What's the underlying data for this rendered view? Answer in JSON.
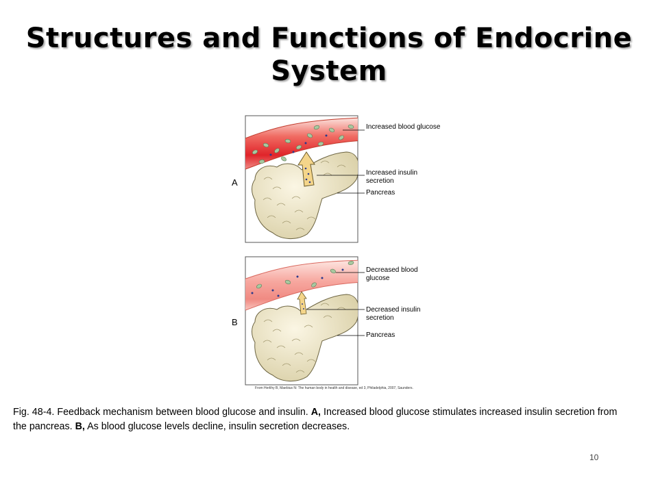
{
  "slide": {
    "title": "Structures and Functions of Endocrine System",
    "page_number": "10"
  },
  "figure": {
    "panel_a": {
      "letter": "A",
      "label_glucose": "Increased blood glucose",
      "label_insulin": "Increased insulin secretion",
      "label_pancreas": "Pancreas"
    },
    "panel_b": {
      "letter": "B",
      "label_glucose": "Decreased blood glucose",
      "label_insulin": "Decreased insulin secretion",
      "label_pancreas": "Pancreas"
    },
    "credit": "From Herlihy B, Maebius N: The human body in health and disease, ed 3, Philadelphia, 2007, Saunders."
  },
  "caption": {
    "fig_number": "Fig. 48-4. Feedback mechanism between blood glucose and insulin. ",
    "a_marker": "A,",
    "a_text": " Increased blood glucose stimulates increased insulin secretion from the pancreas. ",
    "b_marker": "B,",
    "b_text": " As blood glucose levels decline, insulin secretion decreases."
  },
  "colors": {
    "vessel_light": "#f7c9c2",
    "vessel_dark": "#e0242a",
    "glucose": "#a8c8a0",
    "insulin": "#2b3a8c",
    "pancreas": "#f1ead0",
    "arrow": "#f4d58a"
  }
}
